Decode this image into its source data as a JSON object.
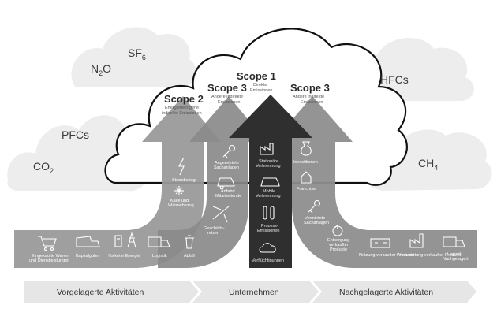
{
  "gases": {
    "sf6": {
      "base": "SF",
      "sub": "6"
    },
    "n2o": {
      "a": "N",
      "sub": "2",
      "b": "O"
    },
    "pfcs": "PFCs",
    "co2": {
      "base": "CO",
      "sub": "2"
    },
    "hfcs": "HFCs",
    "ch4": {
      "base": "CH",
      "sub": "4"
    }
  },
  "scopes": {
    "scope1": {
      "title": "Scope 1",
      "line1": "Direkte",
      "line2": "Emissionen"
    },
    "scope2": {
      "title": "Scope 2",
      "line1": "Energiebezogene",
      "line2": "indirekte Emissionen"
    },
    "scope3_left": {
      "title": "Scope 3",
      "line1": "Andere indirekte",
      "line2": "Emissionen"
    },
    "scope3_right": {
      "title": "Scope 3",
      "line1": "Andere indirekte",
      "line2": "Emissionen"
    }
  },
  "scope2_items": {
    "strombezug": "Strombezug",
    "kaelte_a": "Kälte und",
    "kaelte_b": "Wärmebezug"
  },
  "scope3_left_items": {
    "angemietet_a": "Angemietete",
    "angemietet_b": "Sachanlagen",
    "anfahrt_a": "Anfahrt",
    "anfahrt_b": "Mitarbeitende",
    "geschaeft_a": "Geschäfts-",
    "geschaeft_b": "reisen"
  },
  "scope1_items": {
    "stationaer_a": "Stationäre",
    "stationaer_b": "Verbrennung",
    "mobile_a": "Mobile",
    "mobile_b": "Verbrennung",
    "prozess_a": "Prozess-",
    "prozess_b": "Emissionen",
    "verfluechtigungen": "Verflüchtigungen"
  },
  "scope3_right_items": {
    "investitionen": "Investitionen",
    "franchise": "Franchise",
    "vermietete_a": "Vermietete",
    "vermietete_b": "Sachanlagen",
    "entsorgung_a": "Entsorgung",
    "entsorgung_b": "verkaufter",
    "entsorgung_c": "Produkte"
  },
  "upstream_items": {
    "eingekaufte_a": "Eingekaufte Waren",
    "eingekaufte_b": "und Dienstleistungen",
    "kapitalgueter": "Kapitalgüter",
    "vorkette": "Vorkette Energie",
    "logistik": "Logistik",
    "abfall": "Abfall"
  },
  "downstream_items": {
    "nutzung": "Nutzung verkaufter Produkte",
    "verarbeitung": "Verarbeitung verkaufter Produkte",
    "logistik_a": "Logistik",
    "logistik_b": "Nachgelagert"
  },
  "bands": {
    "upstream": "Vorgelagerte Aktivitäten",
    "company": "Unternehmen",
    "downstream": "Nachgelagerte Aktivitäten"
  }
}
